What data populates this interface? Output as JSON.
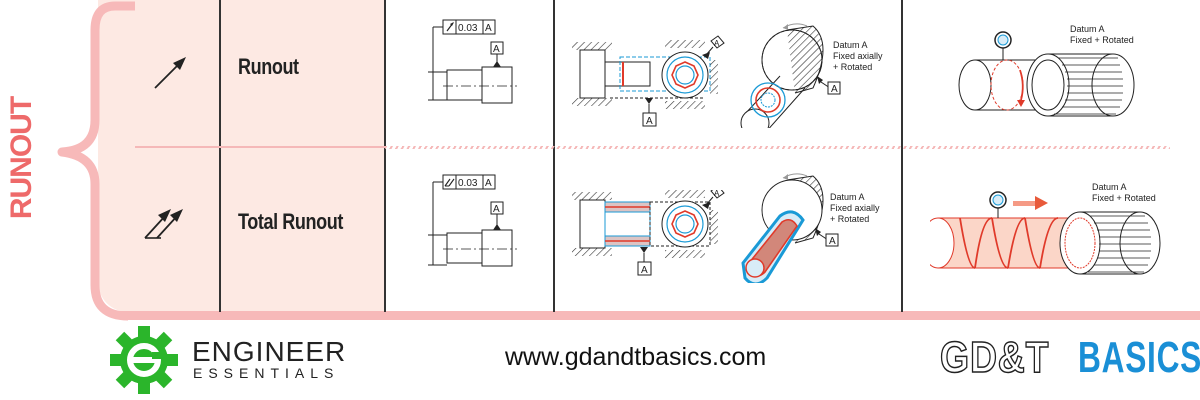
{
  "category": {
    "label": "RUNOUT"
  },
  "rows": [
    {
      "name": "Runout",
      "symbol": "single-arrow",
      "callout": {
        "tolerance": "0.03",
        "datum": "A"
      },
      "datum_tag": "A",
      "iso_note": [
        "Datum A",
        "Fixed axially",
        "+ Rotated"
      ],
      "iso_datum": "A",
      "section_datum": "A",
      "illustration_note": [
        "Datum A",
        "Fixed + Rotated"
      ]
    },
    {
      "name": "Total Runout",
      "symbol": "double-arrow",
      "callout": {
        "tolerance": "0.03",
        "datum": "A"
      },
      "datum_tag": "A",
      "iso_note": [
        "Datum A",
        "Fixed axially",
        "+ Rotated"
      ],
      "iso_datum": "A",
      "section_datum": "A",
      "illustration_note": [
        "Datum A",
        "Fixed + Rotated"
      ]
    }
  ],
  "footer": {
    "brand_name": "ENGINEER",
    "brand_sub": "ESSENTIALS",
    "url": "www.gdandtbasics.com",
    "logo_left": "GD&T",
    "logo_right": "BASICS"
  },
  "colors": {
    "category": "#ee6a6a",
    "shade": "#fde9e3",
    "accent_pink": "#f7b9b9",
    "tolerance_red": "#e03a2a",
    "tolerance_blue": "#1a9ad6",
    "brand_green": "#2bb52b",
    "basics_blue": "#1a8fd6"
  }
}
